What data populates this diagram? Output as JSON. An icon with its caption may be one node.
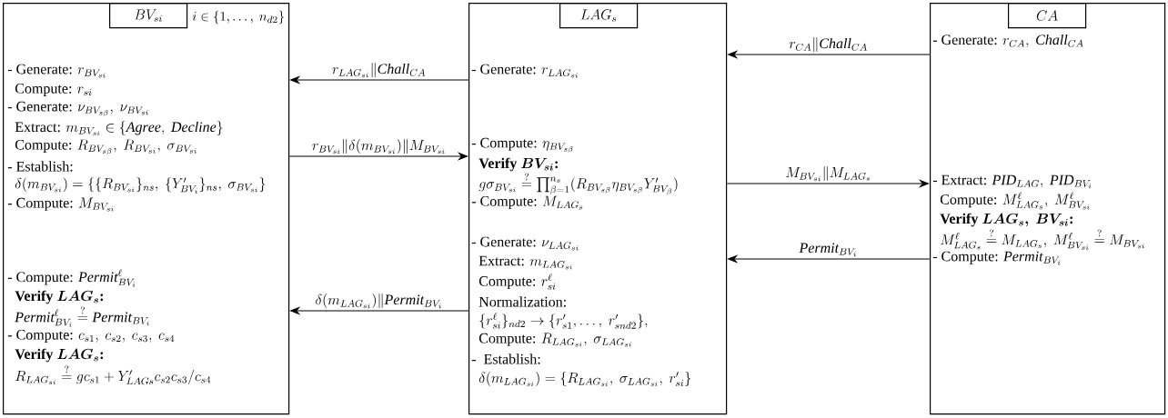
{
  "diagram": {
    "nodes": [
      {
        "text": [
          "\\text{- Generate: }r_{BV_{si}}",
          "\\text{Compute: }r_{si}",
          "\\text{- Generate: }\\nu_{BV_{s\\beta}},\\ \\nu_{BV_{si}}",
          "\\text{Extract: }m_{BV_{si}}\\in\\{\\mathit{Agree},\\ \\mathit{Decline}\\}",
          "\\text{Compute: }R_{BV_{s\\beta}},\\ R_{BV_{si}},\\ \\sigma_{BV_{si}}",
          "\\text{- Establish:}",
          "\\delta(m_{BV_{si}})=\\{\\{R_{BV_{si}}\\}_{ns},\\ \\{Y'_{BV_i}\\}_{ns},\\ \\sigma_{BV_{si}}\\}",
          "\\text{- Compute: }M_{BV_{si}}",
          "\\text{- Compute: }\\mathit{Permit}^{\\ell}_{BV_i}",
          "\\text{\\bfseries Verify }\\boldsymbol{LAG_s}\\text{\\bfseries :}",
          "\\mathit{Permit}^{\\ell}_{BV_i}\\overset{?}{=}\\mathit{Permit}_{BV_i}",
          "\\text{- Compute: }c_{s1},\\ c_{s2},\\ c_{s3},\\ c_{s4}",
          "\\text{\\bfseries Verify }\\boldsymbol{LAG_s}\\text{\\bfseries :}",
          "R_{LAG_{si}}\\overset{?}{=}gc_{s1}+Y'_{LAGs}c_{s2}c_{s3}/c_{s4}"
        ]
      },
      {
        "text": [
          "BV_{si}"
        ],
        "beside": [
          "i\\in\\{1,\\ldots,\\ n_{d2}\\}"
        ],
        "in": 0
      },
      {
        "text": [
          "\\text{- Generate: }r_{LAG_{si}}",
          "\\text{- Compute: }\\eta_{BV_{s\\beta}}",
          "\\text{\\bfseries Verify }\\boldsymbol{BV_{si}}\\text{\\bfseries :}",
          "g\\sigma_{BV_{si}}\\overset{?}{=}\\textstyle\\prod^{n_s}_{\\beta=1}(R_{BV_{s\\beta}}\\eta_{BV_{s\\beta}}Y'_{BV_\\beta})",
          "\\text{- Compute: }M_{LAG_s}",
          "\\text{- Generate: }\\nu_{LAG_{si}}",
          "\\text{Extract: }m_{LAG_{si}}",
          "\\text{Compute: }r^{\\ell}_{si}",
          "\\text{Normalization:}",
          "\\{r^{\\ell}_{si}\\}_{nd2}\\rightarrow\\{r'_{s1},\\ldots,\\ r'_{snd2}\\},",
          "\\text{Compute: }R_{LAG_{si}},\\ \\sigma_{LAG_{si}}",
          "\\text{-\\ \\ Establish:}",
          "\\delta(m_{LAG_{si}})=\\{R_{LAG_{si}},\\ \\sigma_{LAG_{si}},\\ r'_{si}\\}"
        ]
      },
      {
        "text": [
          "LAG_s"
        ],
        "in": 2
      },
      {
        "text": [
          "\\text{- Generate: }r_{CA},\\ \\mathit{Chall}_{CA}",
          "\\text{- Extract: }\\mathit{PID}_{LAG},\\ \\mathit{PID}_{BV_i}",
          "\\text{Compute: }M^{\\ell}_{LAG_s},\\ M^{\\ell}_{BV_{si}}",
          "\\text{\\bfseries Verify }\\boldsymbol{LAG_s,\\ BV_{si}}\\text{\\bfseries :}",
          "M^{\\ell}_{LAG_s}\\overset{?}{=}M_{LAG_s},\\ M^{\\ell}_{BV_{si}}\\overset{?}{=}M_{BV_{si}}",
          "\\text{- Compute: }\\mathit{Permit}_{BV_i}"
        ]
      },
      {
        "text": [
          "CA"
        ],
        "in": 4
      }
    ],
    "edges": [
      {
        "from": 4,
        "to": 2,
        "arrow": "to",
        "label": "r_{CA}\\|\\mathit{Chall}_{CA}"
      },
      {
        "from": 2,
        "to": 0,
        "arrow": "to",
        "label": "r_{LAG_{si}}\\|\\mathit{Chall}_{CA}"
      },
      {
        "from": 0,
        "to": 2,
        "arrow": "to",
        "label": "r_{BV_{si}}\\|\\delta(m_{BV_{si}})\\|M_{BV_{si}}"
      },
      {
        "from": 2,
        "to": 4,
        "arrow": "to",
        "label": "M_{BV_{si}}\\|M_{LAG_s}"
      },
      {
        "from": 4,
        "to": 2,
        "arrow": "to",
        "label": "\\mathit{Permit}_{BV_i}"
      },
      {
        "from": 2,
        "to": 0,
        "arrow": "to",
        "label": "\\delta(m_{LAG_{si}})\\|\\mathit{Permit}_{BV_i}"
      }
    ]
  }
}
